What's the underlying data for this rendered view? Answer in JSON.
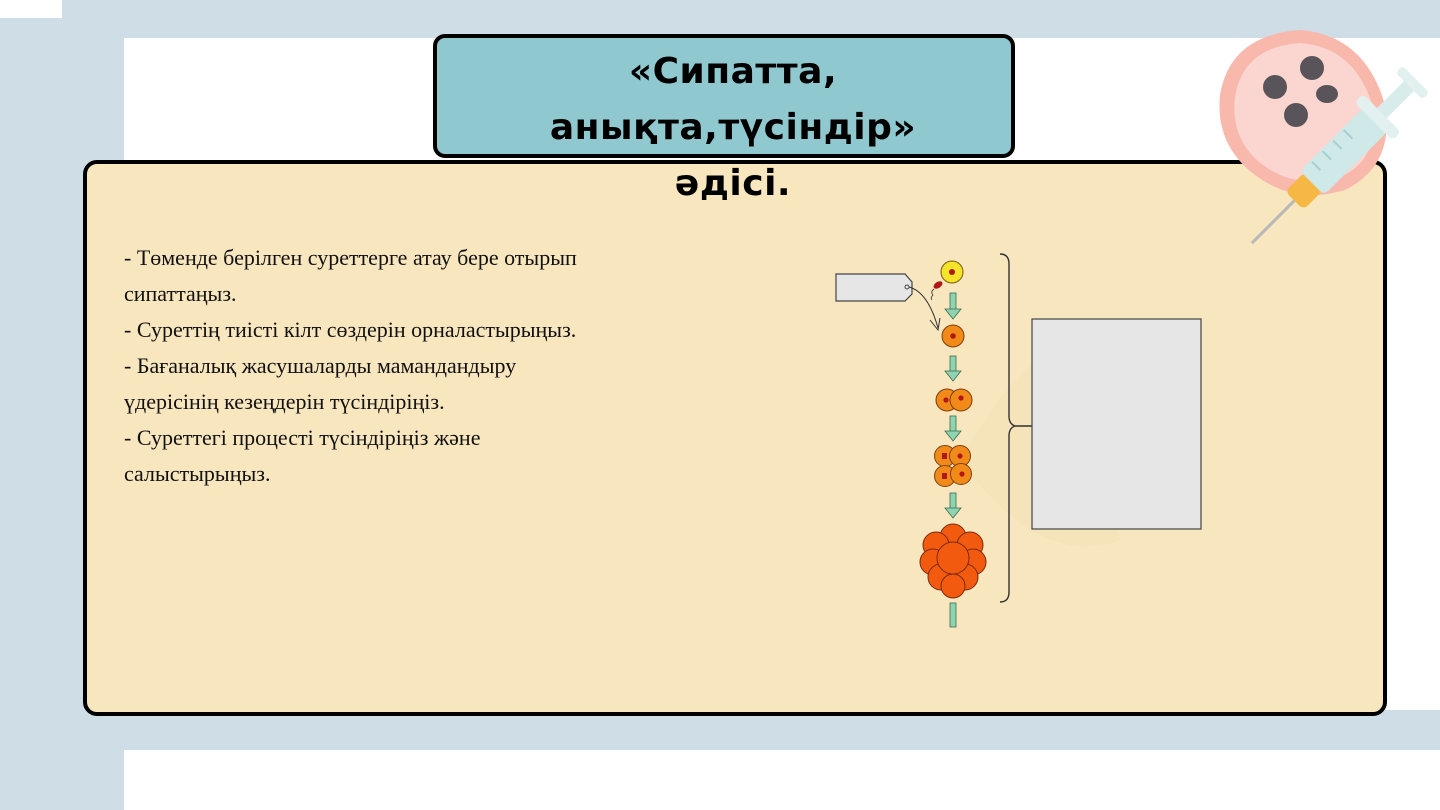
{
  "slide": {
    "title_lines": [
      "«Сипатта,",
      "анықта,түсіндір»",
      "әдісі."
    ],
    "instructions": [
      "- Төменде берілген суреттерге атау бере отырып",
      "сипаттаңыз.",
      "- Суреттің тиісті кілт сөздерін орналастырыңыз.",
      "- Бағаналық жасушаларды мамандандыру",
      "үдерісінің кезеңдерін түсіндіріңіз.",
      "- Суреттегі процесті түсіндіріңіз және",
      "салыстырыңыз."
    ]
  },
  "diagram": {
    "label_tag": "",
    "answer_box": "",
    "stages": [
      "zygote-fertilization",
      "single-cell",
      "two-cell",
      "four-cell",
      "morula"
    ],
    "colors": {
      "egg": "#f5e42a",
      "cell": "#f28a1a",
      "morula": "#f25a10",
      "nucleus": "#b01818",
      "arrow": "#8fd4b0",
      "box": "#e6e6e6"
    }
  },
  "theme": {
    "band": "#cfdde6",
    "card": "#f8e6bf",
    "title_bg": "#8fc9cf"
  }
}
